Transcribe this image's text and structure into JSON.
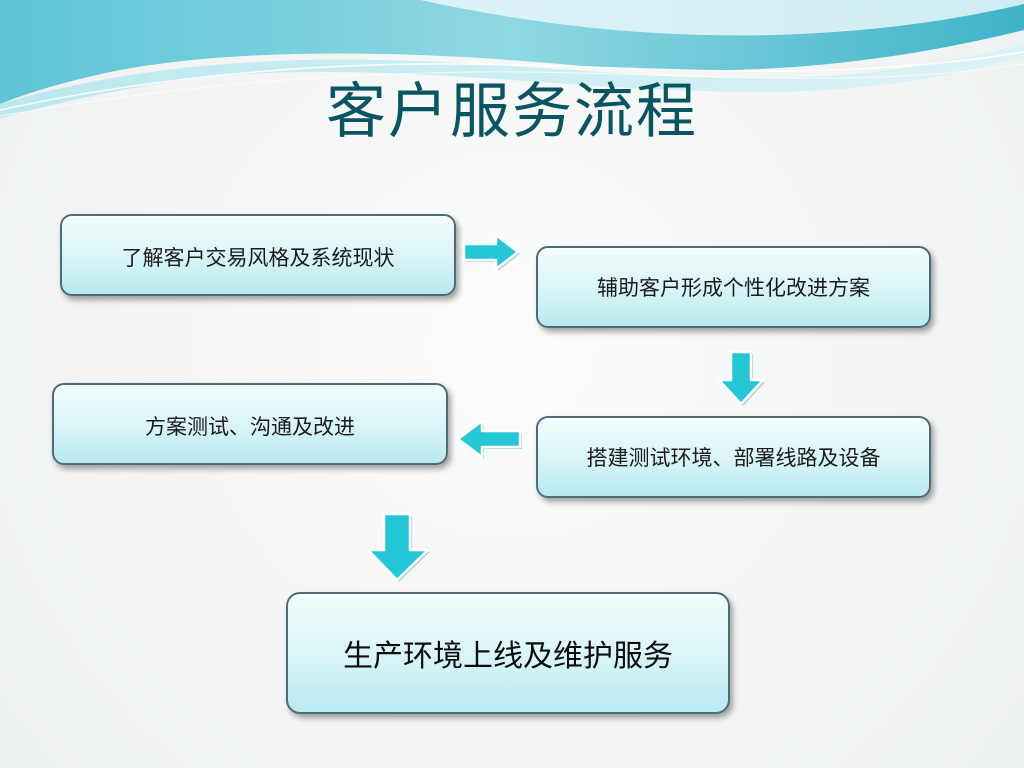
{
  "slide": {
    "title": "客户服务流程"
  },
  "steps": [
    "了解客户交易风格及系统现状",
    "辅助客户形成个性化改进方案",
    "搭建测试环境、部署线路及设备",
    "方案测试、沟通及改进",
    "生产环境上线及维护服务"
  ],
  "colors": {
    "title": "#0b5563",
    "arrow_fill": "#25c6d6",
    "box_top": "#f3fcfd",
    "box_bottom": "#b7eaf0",
    "box_border": "#4f6b73"
  },
  "icons": {
    "arrow_right": "arrow-right-icon",
    "arrow_down": "arrow-down-icon",
    "arrow_left": "arrow-left-icon"
  }
}
